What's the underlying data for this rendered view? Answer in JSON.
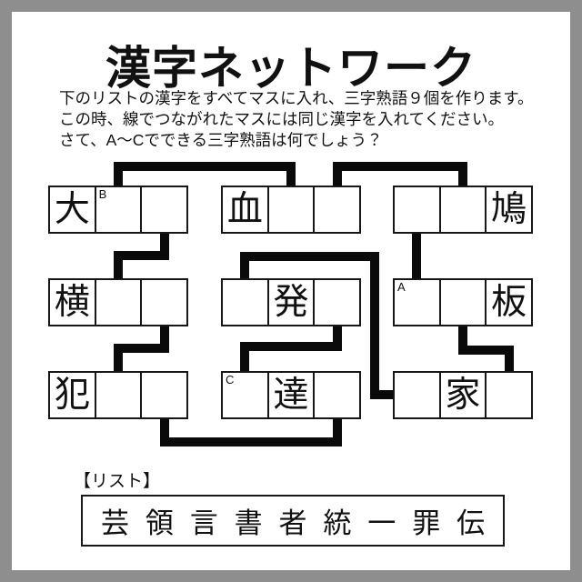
{
  "title": "漢字ネットワーク",
  "instructions": {
    "line1": "下のリストの漢字をすべてマスに入れ、三字熟語９個を作ります。",
    "line2": "この時、線でつながれたマスには同じ漢字を入れてください。",
    "line3": "さて、A～Cでできる三字熟語は何でしょう？"
  },
  "board": {
    "boxes": [
      {
        "id": "r1b1",
        "cells": [
          {
            "text": "大"
          },
          {
            "text": "",
            "label": "B"
          },
          {
            "text": ""
          }
        ]
      },
      {
        "id": "r1b2",
        "cells": [
          {
            "text": "血"
          },
          {
            "text": ""
          },
          {
            "text": ""
          }
        ]
      },
      {
        "id": "r1b3",
        "cells": [
          {
            "text": ""
          },
          {
            "text": ""
          },
          {
            "text": "鳩"
          }
        ]
      },
      {
        "id": "r2b1",
        "cells": [
          {
            "text": "横"
          },
          {
            "text": ""
          },
          {
            "text": ""
          }
        ]
      },
      {
        "id": "r2b2",
        "cells": [
          {
            "text": ""
          },
          {
            "text": "発"
          },
          {
            "text": ""
          }
        ]
      },
      {
        "id": "r2b3",
        "cells": [
          {
            "text": "",
            "label": "A"
          },
          {
            "text": ""
          },
          {
            "text": "板"
          }
        ]
      },
      {
        "id": "r3b1",
        "cells": [
          {
            "text": "犯"
          },
          {
            "text": ""
          },
          {
            "text": ""
          }
        ]
      },
      {
        "id": "r3b2",
        "cells": [
          {
            "text": "",
            "label": "C"
          },
          {
            "text": "達"
          },
          {
            "text": ""
          }
        ]
      },
      {
        "id": "r3b3",
        "cells": [
          {
            "text": ""
          },
          {
            "text": "家"
          },
          {
            "text": ""
          }
        ]
      }
    ],
    "connections": [
      {
        "from": "r1b1-cell2",
        "to": "r1b2-cell2"
      },
      {
        "from": "r1b2-cell3",
        "to": "r1b3-cell2"
      },
      {
        "from": "r1b1-cell3",
        "to": "r2b1-cell2"
      },
      {
        "from": "r1b3-cell1",
        "to": "r2b3-cell1"
      },
      {
        "from": "r2b2-cell1",
        "to": "r3b3-cell1"
      },
      {
        "from": "r2b1-cell3",
        "to": "r3b1-cell2"
      },
      {
        "from": "r2b2-cell3",
        "to": "r3b2-cell1"
      },
      {
        "from": "r2b3-cell2",
        "to": "r3b3-cell3"
      },
      {
        "from": "r3b1-cell3",
        "to": "r3b2-cell3"
      }
    ]
  },
  "list": {
    "heading": "【リスト】",
    "kanji": [
      "芸",
      "領",
      "言",
      "書",
      "者",
      "統",
      "一",
      "罪",
      "伝"
    ]
  },
  "colors": {
    "frame_gray": "#8e8e8e",
    "ink": "#111111",
    "wire_black": "#0a0a0a",
    "page_white": "#ffffff"
  }
}
